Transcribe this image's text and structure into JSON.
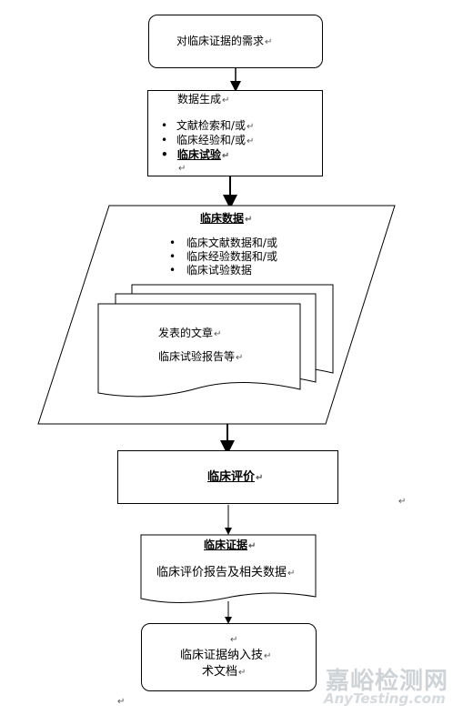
{
  "flow": {
    "box1": {
      "text": "对临床证据的需求"
    },
    "box2": {
      "title": "数据生成",
      "items": [
        "文献检索和/或",
        "临床经验和/或",
        "临床试验"
      ]
    },
    "box3": {
      "title": "临床数据",
      "items": [
        "临床文献数据和/或",
        "临床经验数据和/或",
        "临床试验数据"
      ],
      "doc_lines": [
        "发表的文章",
        "临床试验报告等"
      ]
    },
    "box4": {
      "text": "临床评价"
    },
    "box5": {
      "title": "临床证据",
      "text": "临床评价报告及相关数据"
    },
    "box6": {
      "line1": "临床证据纳入技",
      "line2": "术文档"
    }
  },
  "marks": {
    "return": "↵",
    "bullet": "•"
  },
  "watermark": {
    "cn": "嘉峪检测网",
    "en": "AnyTesting.com"
  }
}
